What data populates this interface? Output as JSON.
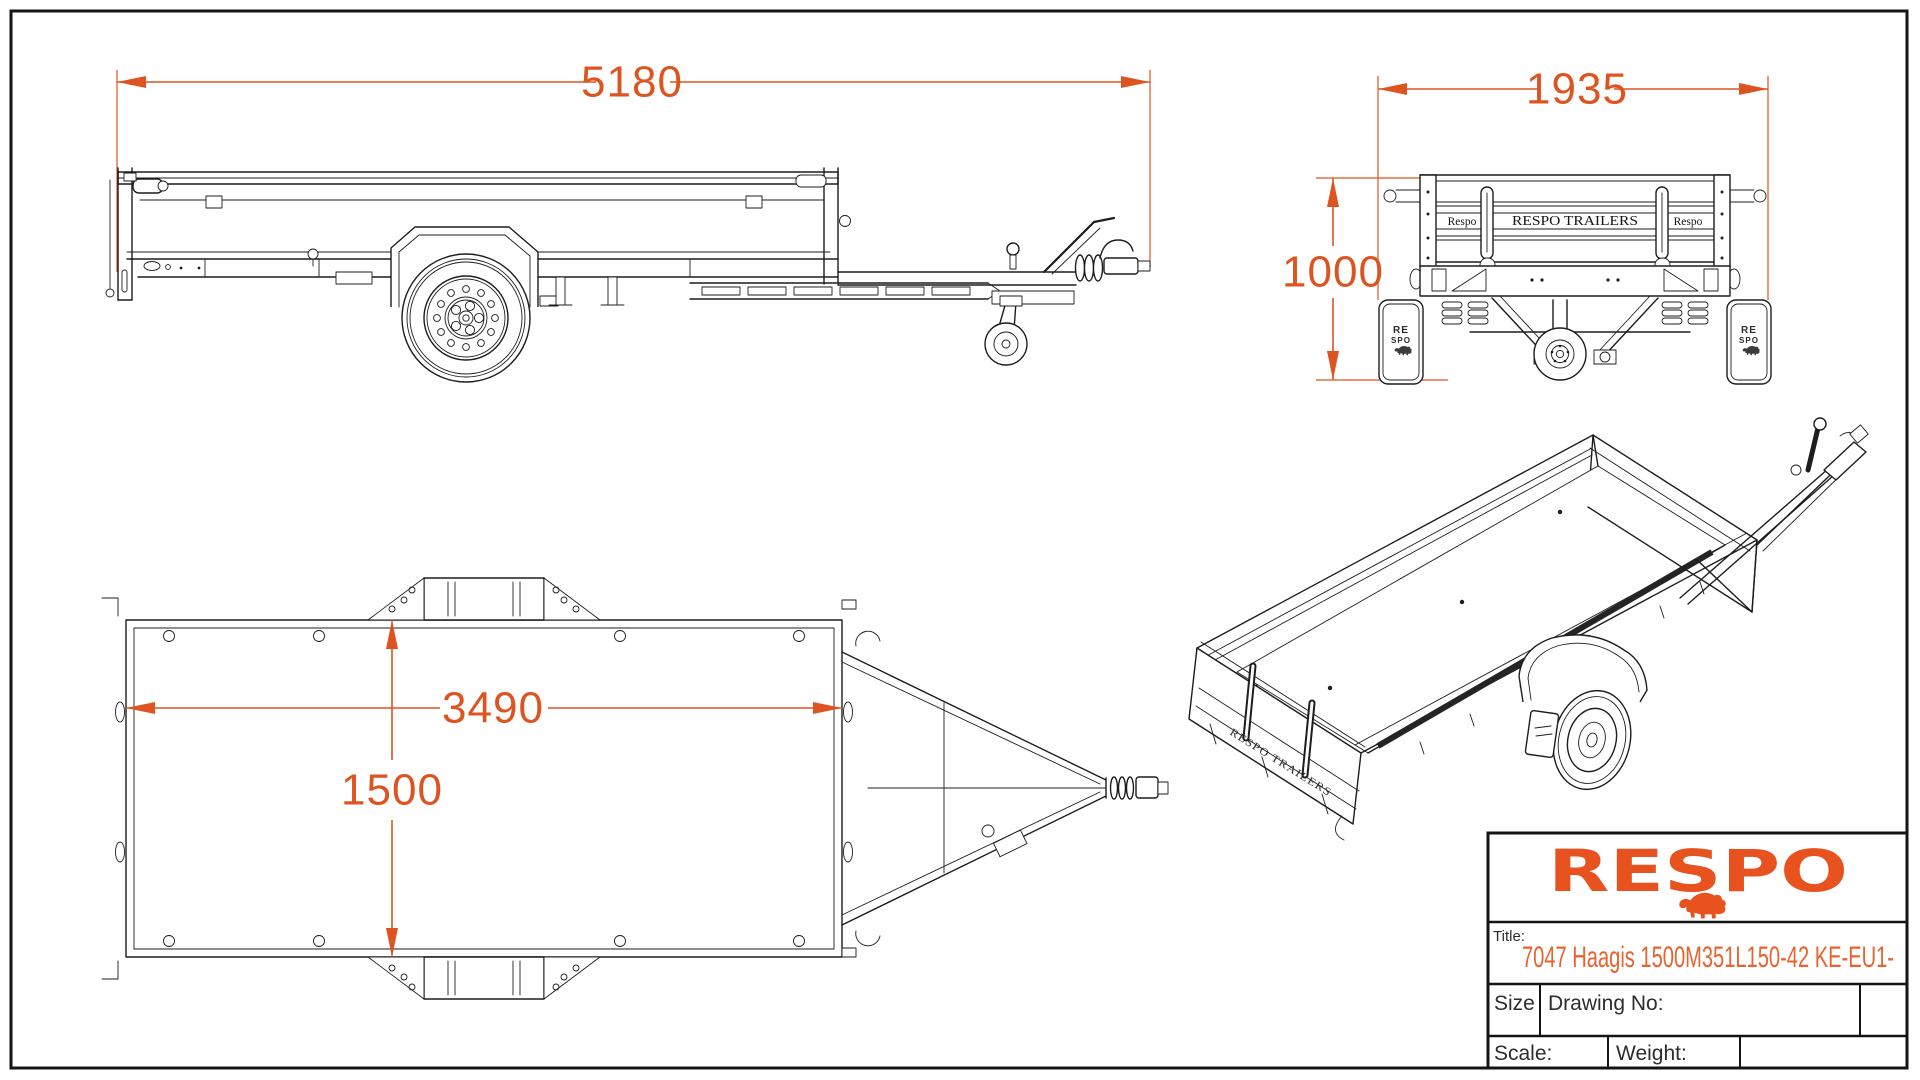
{
  "sheet": {
    "background": "#ffffff",
    "border_color": "#141414",
    "line_color": "#1d1d1f",
    "accent_color": "#e8521f",
    "dimension_color": "#de5420"
  },
  "views": {
    "side_view": {
      "dim_overall_length": "5180"
    },
    "rear_view": {
      "dim_overall_width": "1935",
      "dim_overall_height": "1000",
      "tailgate_text": "RESPO TRAILERS",
      "tailgate_left_text": "Respo",
      "tailgate_right_text": "Respo",
      "mudguard_line1": "RE",
      "mudguard_line2": "SPO"
    },
    "top_view": {
      "dim_inner_length": "3490",
      "dim_inner_width": "1500"
    },
    "iso_view": {
      "tailgate_text": "RESPO TRAILERS"
    }
  },
  "title_block": {
    "brand": "RESPO",
    "title_label": "Title:",
    "title": "7047 Haagis 1500M351L150-42 KE-EU1-",
    "size_label": "Size",
    "drawing_no_label": "Drawing No:",
    "scale_label": "Scale:",
    "weight_label": "Weight:"
  }
}
